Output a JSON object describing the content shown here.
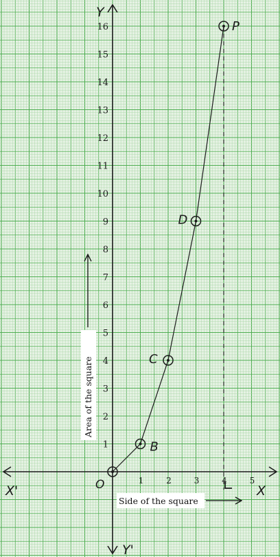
{
  "chart_data": {
    "type": "line",
    "xlabel": "Side of the square",
    "ylabel": "Area of the square",
    "axis_names": {
      "x_pos": "X",
      "x_neg": "X'",
      "y_pos": "Y",
      "y_neg": "Y'"
    },
    "origin_label": "O",
    "x_ticks": [
      "1",
      "2",
      "3",
      "4",
      "5"
    ],
    "y_ticks": [
      "1",
      "2",
      "3",
      "4",
      "5",
      "6",
      "7",
      "8",
      "9",
      "10",
      "11",
      "12",
      "13",
      "14",
      "15",
      "16"
    ],
    "xlim": [
      -4,
      6
    ],
    "ylim": [
      -3,
      17
    ],
    "grid": true,
    "points": [
      {
        "label": "O",
        "x": 0,
        "y": 0
      },
      {
        "label": "B",
        "x": 1,
        "y": 1
      },
      {
        "label": "C",
        "x": 2,
        "y": 4
      },
      {
        "label": "D",
        "x": 3,
        "y": 9
      },
      {
        "label": "P",
        "x": 4,
        "y": 16
      }
    ],
    "guide": {
      "x": 4,
      "y": 16
    },
    "colors": {
      "paper": "#e6f2e4",
      "grid_minor": "#a9d6a6",
      "grid_major": "#4fae52",
      "ink": "#1b1b1b"
    }
  }
}
